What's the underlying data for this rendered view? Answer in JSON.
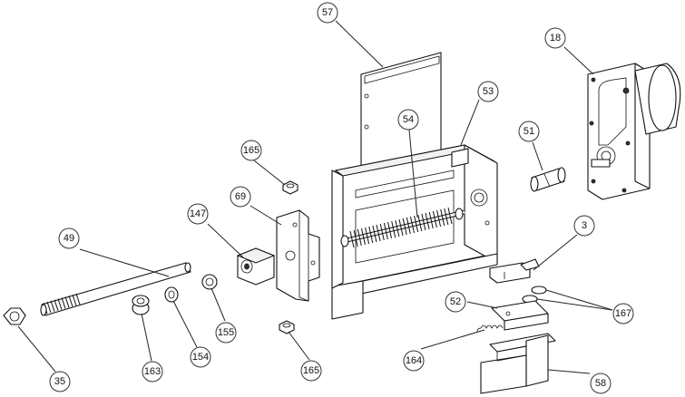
{
  "callouts": [
    {
      "id": "57",
      "label": "57"
    },
    {
      "id": "18",
      "label": "18"
    },
    {
      "id": "53",
      "label": "53"
    },
    {
      "id": "54",
      "label": "54"
    },
    {
      "id": "51",
      "label": "51"
    },
    {
      "id": "165a",
      "label": "165"
    },
    {
      "id": "69",
      "label": "69"
    },
    {
      "id": "147",
      "label": "147"
    },
    {
      "id": "49",
      "label": "49"
    },
    {
      "id": "3",
      "label": "3"
    },
    {
      "id": "52",
      "label": "52"
    },
    {
      "id": "167",
      "label": "167"
    },
    {
      "id": "155",
      "label": "155"
    },
    {
      "id": "154",
      "label": "154"
    },
    {
      "id": "163",
      "label": "163"
    },
    {
      "id": "35",
      "label": "35"
    },
    {
      "id": "165b",
      "label": "165"
    },
    {
      "id": "164",
      "label": "164"
    },
    {
      "id": "58",
      "label": "58"
    }
  ]
}
